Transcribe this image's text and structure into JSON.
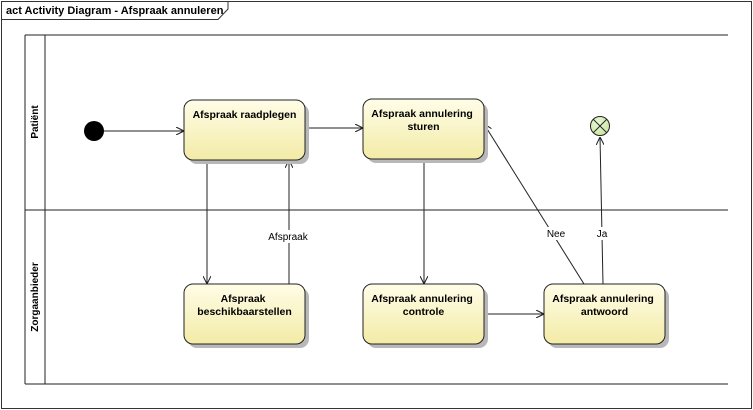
{
  "frame": {
    "title": "act Activity Diagram - Afspraak annuleren"
  },
  "lanes": [
    {
      "id": "patient",
      "label": "Patiënt"
    },
    {
      "id": "zorgaanbieder",
      "label": "Zorgaanbieder"
    }
  ],
  "nodes": {
    "raadplegen": {
      "lines": [
        "Afspraak raadplegen"
      ]
    },
    "annulering_sturen": {
      "lines": [
        "Afspraak annulering",
        "sturen"
      ]
    },
    "beschikbaarstellen": {
      "lines": [
        "Afspraak",
        "beschikbaarstellen"
      ]
    },
    "annulering_controle": {
      "lines": [
        "Afspraak annulering",
        "controle"
      ]
    },
    "annulering_antwoord": {
      "lines": [
        "Afspraak annulering",
        "antwoord"
      ]
    }
  },
  "edge_labels": {
    "afspraak": "Afspraak",
    "nee": "Nee",
    "ja": "Ja"
  },
  "colors": {
    "node_fill_top": "#fffde8",
    "node_fill_bottom": "#f3eba6",
    "final_fill": "#c9e6a0"
  }
}
